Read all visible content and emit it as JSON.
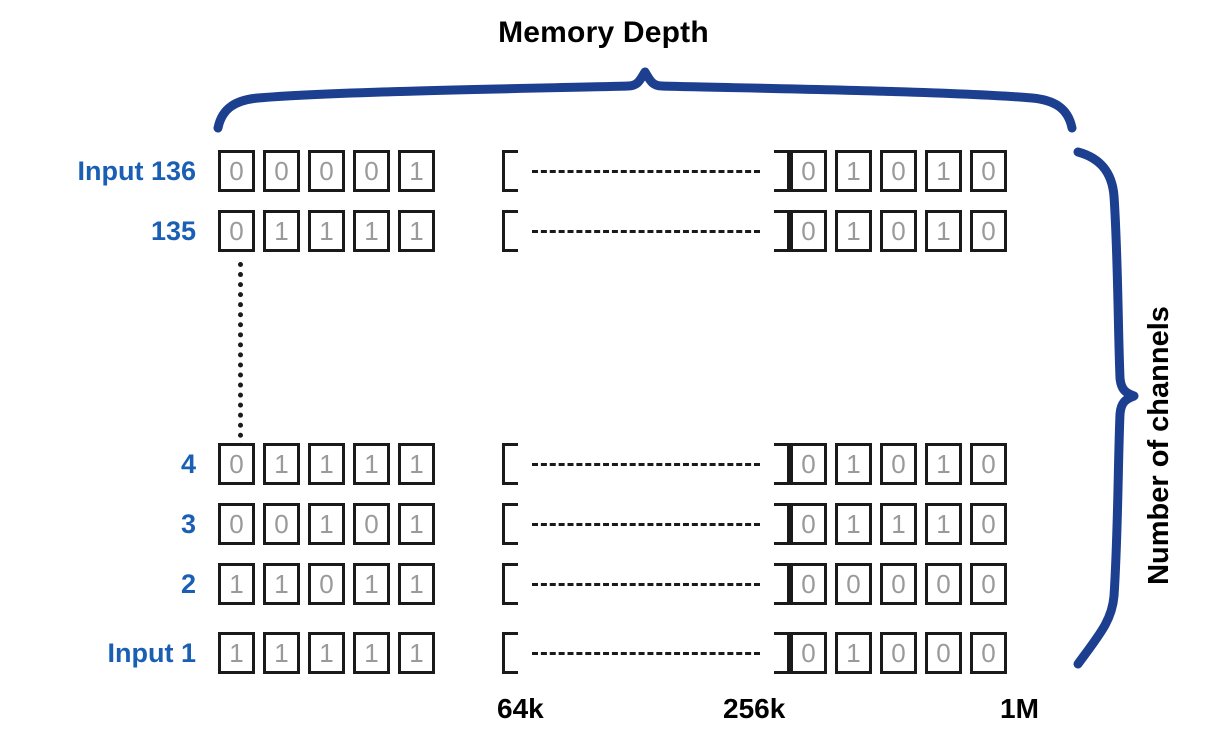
{
  "diagram": {
    "top_title": "Memory Depth",
    "right_title": "Number of channels",
    "colors": {
      "brace_blue": "#1d3f8f",
      "label_blue": "#1a5fb4",
      "cell_border": "#1a1a1a",
      "digit_gray": "#9a9a9a",
      "background": "#ffffff"
    },
    "rows": [
      {
        "label": "Input 136",
        "left_bits": [
          "0",
          "0",
          "0",
          "0",
          "1"
        ],
        "right_bits": [
          "0",
          "1",
          "0",
          "1",
          "0"
        ]
      },
      {
        "label": "135",
        "left_bits": [
          "0",
          "1",
          "1",
          "1",
          "1"
        ],
        "right_bits": [
          "0",
          "1",
          "0",
          "1",
          "0"
        ]
      },
      {
        "label": "4",
        "left_bits": [
          "0",
          "1",
          "1",
          "1",
          "1"
        ],
        "right_bits": [
          "0",
          "1",
          "0",
          "1",
          "0"
        ]
      },
      {
        "label": "3",
        "left_bits": [
          "0",
          "0",
          "1",
          "0",
          "1"
        ],
        "right_bits": [
          "0",
          "1",
          "1",
          "1",
          "0"
        ]
      },
      {
        "label": "2",
        "left_bits": [
          "1",
          "1",
          "0",
          "1",
          "1"
        ],
        "right_bits": [
          "0",
          "0",
          "0",
          "0",
          "0"
        ]
      },
      {
        "label": "Input 1",
        "left_bits": [
          "1",
          "1",
          "1",
          "1",
          "1"
        ],
        "right_bits": [
          "0",
          "1",
          "0",
          "0",
          "0"
        ]
      }
    ],
    "axis_ticks": [
      {
        "text": "64k"
      },
      {
        "text": "256k"
      },
      {
        "text": "1M"
      }
    ]
  }
}
